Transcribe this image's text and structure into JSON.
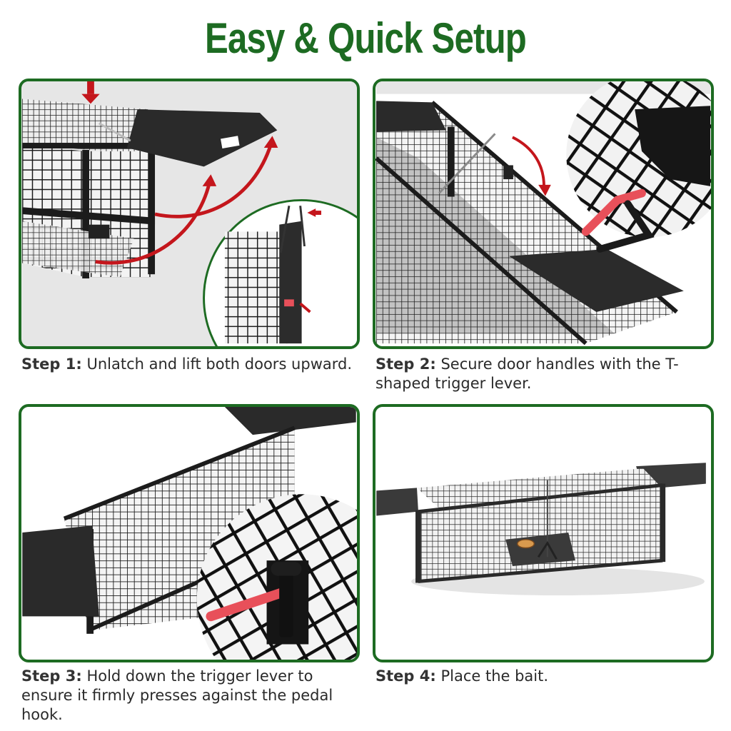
{
  "header": {
    "title": "Easy & Quick Setup",
    "title_color": "#1d6b22"
  },
  "theme": {
    "panel_border_color": "#1d6b22",
    "arrow_color": "#c4161c",
    "lever_color": "#e8505a",
    "trap_color": "#1f1f1f"
  },
  "steps": [
    {
      "label": "Step 1:",
      "text": "Unlatch and lift both doors upward.",
      "image_alt": "trap-door-being-lifted-with-red-arrows",
      "inset": "close-up-of-door-latch"
    },
    {
      "label": "Step 2:",
      "text": "Secure door handles with the T-shaped trigger lever.",
      "image_alt": "trap-with-trigger-lever-lowered-red-arrow",
      "inset": "close-up-of-red-trigger-lever-in-handle"
    },
    {
      "label": "Step 3:",
      "text": "Hold down the trigger lever to ensure it firmly presses against the pedal hook.",
      "image_alt": "open-trap-with-doors-raised",
      "inset": "close-up-of-lever-pressing-pedal-hook"
    },
    {
      "label": "Step 4:",
      "text": "Place the bait.",
      "image_alt": "set-trap-with-bait-on-pedal"
    }
  ]
}
